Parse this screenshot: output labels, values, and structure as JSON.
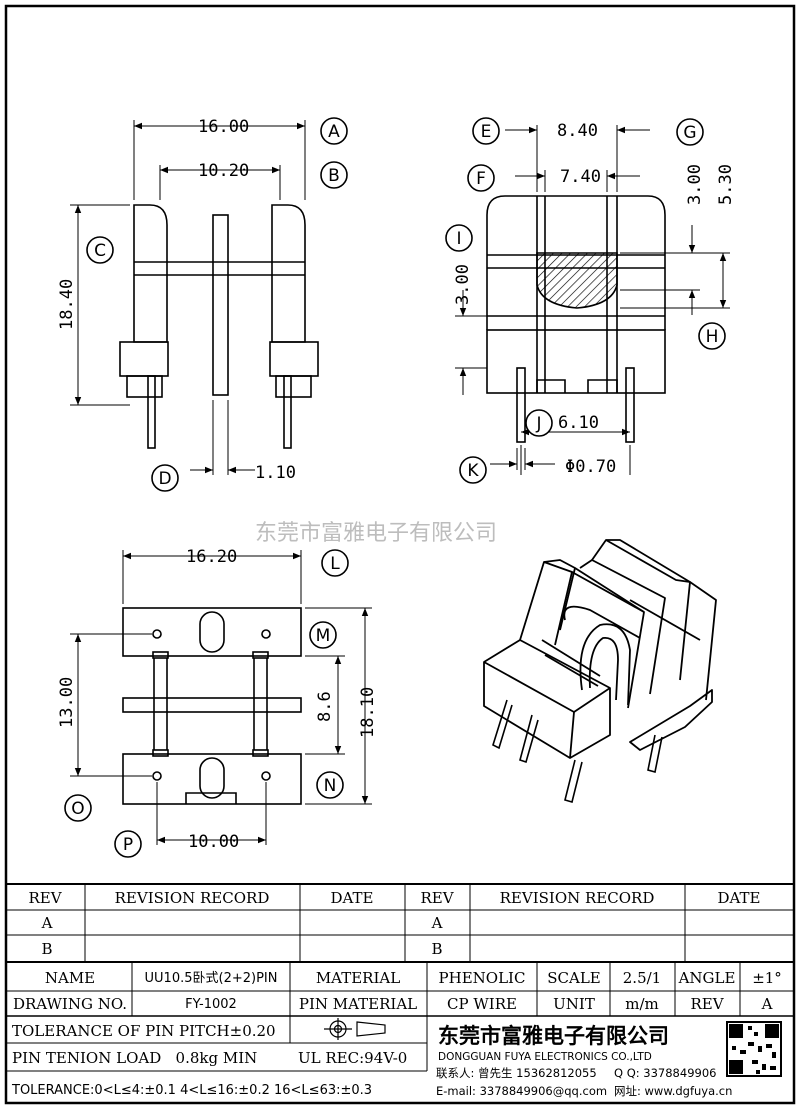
{
  "dimensions": {
    "front_total_width": "16.00",
    "front_inner_width": "10.20",
    "front_height": "18.40",
    "front_flange": "1.10",
    "side_top": "8.40",
    "side_inner": "7.40",
    "side_window": "3.00",
    "side_depth": "5.30",
    "side_lower": "3.00",
    "side_pin_span": "6.10",
    "side_pin_dia": "Φ0.70",
    "bottom_width": "16.20",
    "bottom_pitch_y": "13.00",
    "bottom_inner": "8.6",
    "bottom_total_y": "18.10",
    "bottom_pitch_x": "10.00"
  },
  "labels": [
    "A",
    "B",
    "C",
    "D",
    "E",
    "F",
    "G",
    "H",
    "I",
    "J",
    "K",
    "L",
    "M",
    "N",
    "O",
    "P"
  ],
  "watermark": "东莞市富雅电子有限公司",
  "revision_table": {
    "headers": [
      "REV",
      "REVISION RECORD",
      "DATE",
      "REV",
      "REVISION RECORD",
      "DATE"
    ],
    "rows": [
      [
        "A",
        "B"
      ],
      [
        "A",
        "B"
      ]
    ]
  },
  "title_block": {
    "name_label": "NAME",
    "name_value": "UU10.5卧式(2+2)PIN",
    "material_label": "MATERIAL",
    "material_value": "PHENOLIC",
    "scale_label": "SCALE",
    "scale_value": "2.5/1",
    "angle_label": "ANGLE",
    "angle_value": "±1°",
    "drawing_no_label": "DRAWING NO.",
    "drawing_no_value": "FY-1002",
    "pin_material_label": "PIN MATERIAL",
    "pin_material_value": "CP WIRE",
    "unit_label": "UNIT",
    "unit_value": "m/m",
    "rev_label": "REV",
    "rev_value": "A",
    "tolerance_pitch": "TOLERANCE OF PIN PITCH±0.20",
    "pin_tension": "PIN TENION LOAD   0.8kg MIN",
    "ul_rec": "UL REC:94V-0",
    "tolerance_ranges": "TOLERANCE:0<L≤4:±0.1  4<L≤16:±0.2  16<L≤63:±0.3"
  },
  "company": {
    "name": "东莞市富雅电子有限公司",
    "english": "DONGGUAN FUYA ELECTRONICS CO.,LTD",
    "contact": "联系人: 曾先生 15362812055",
    "qq": "Q Q: 3378849906",
    "email": "E-mail: 3378849906@qq.com",
    "website": "网址: www.dgfuya.cn"
  }
}
